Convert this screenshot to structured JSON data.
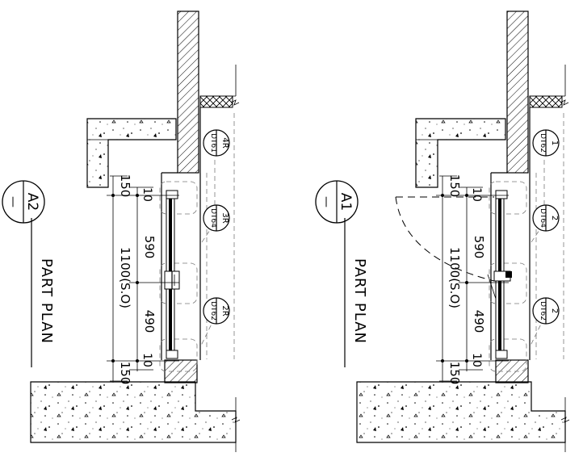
{
  "drawings": [
    {
      "id": "A2",
      "label_top": "A2",
      "label_bottom": "—",
      "title": "PART PLAN",
      "dims": {
        "overall": "1100(S.O)",
        "seg1": "590",
        "seg2": "490",
        "end_top": "150",
        "end_bottom": "150",
        "small_top": "10",
        "small_bottom": "10"
      },
      "tags": [
        {
          "top": "4R",
          "bottom": "DT61"
        },
        {
          "top": "3R",
          "bottom": "DT64"
        },
        {
          "top": "2R",
          "bottom": "DT62"
        }
      ]
    },
    {
      "id": "A1",
      "label_top": "A1",
      "label_bottom": "—",
      "title": "PART PLAN",
      "dims": {
        "overall": "1100(S.O)",
        "seg1": "590",
        "seg2": "490",
        "end_top": "150",
        "end_bottom": "150",
        "small_top": "10",
        "small_bottom": "10"
      },
      "tags": [
        {
          "top": "1",
          "bottom": "DT62"
        },
        {
          "top": "2",
          "bottom": "DT64"
        },
        {
          "top": "2",
          "bottom": "DT62"
        }
      ]
    }
  ]
}
